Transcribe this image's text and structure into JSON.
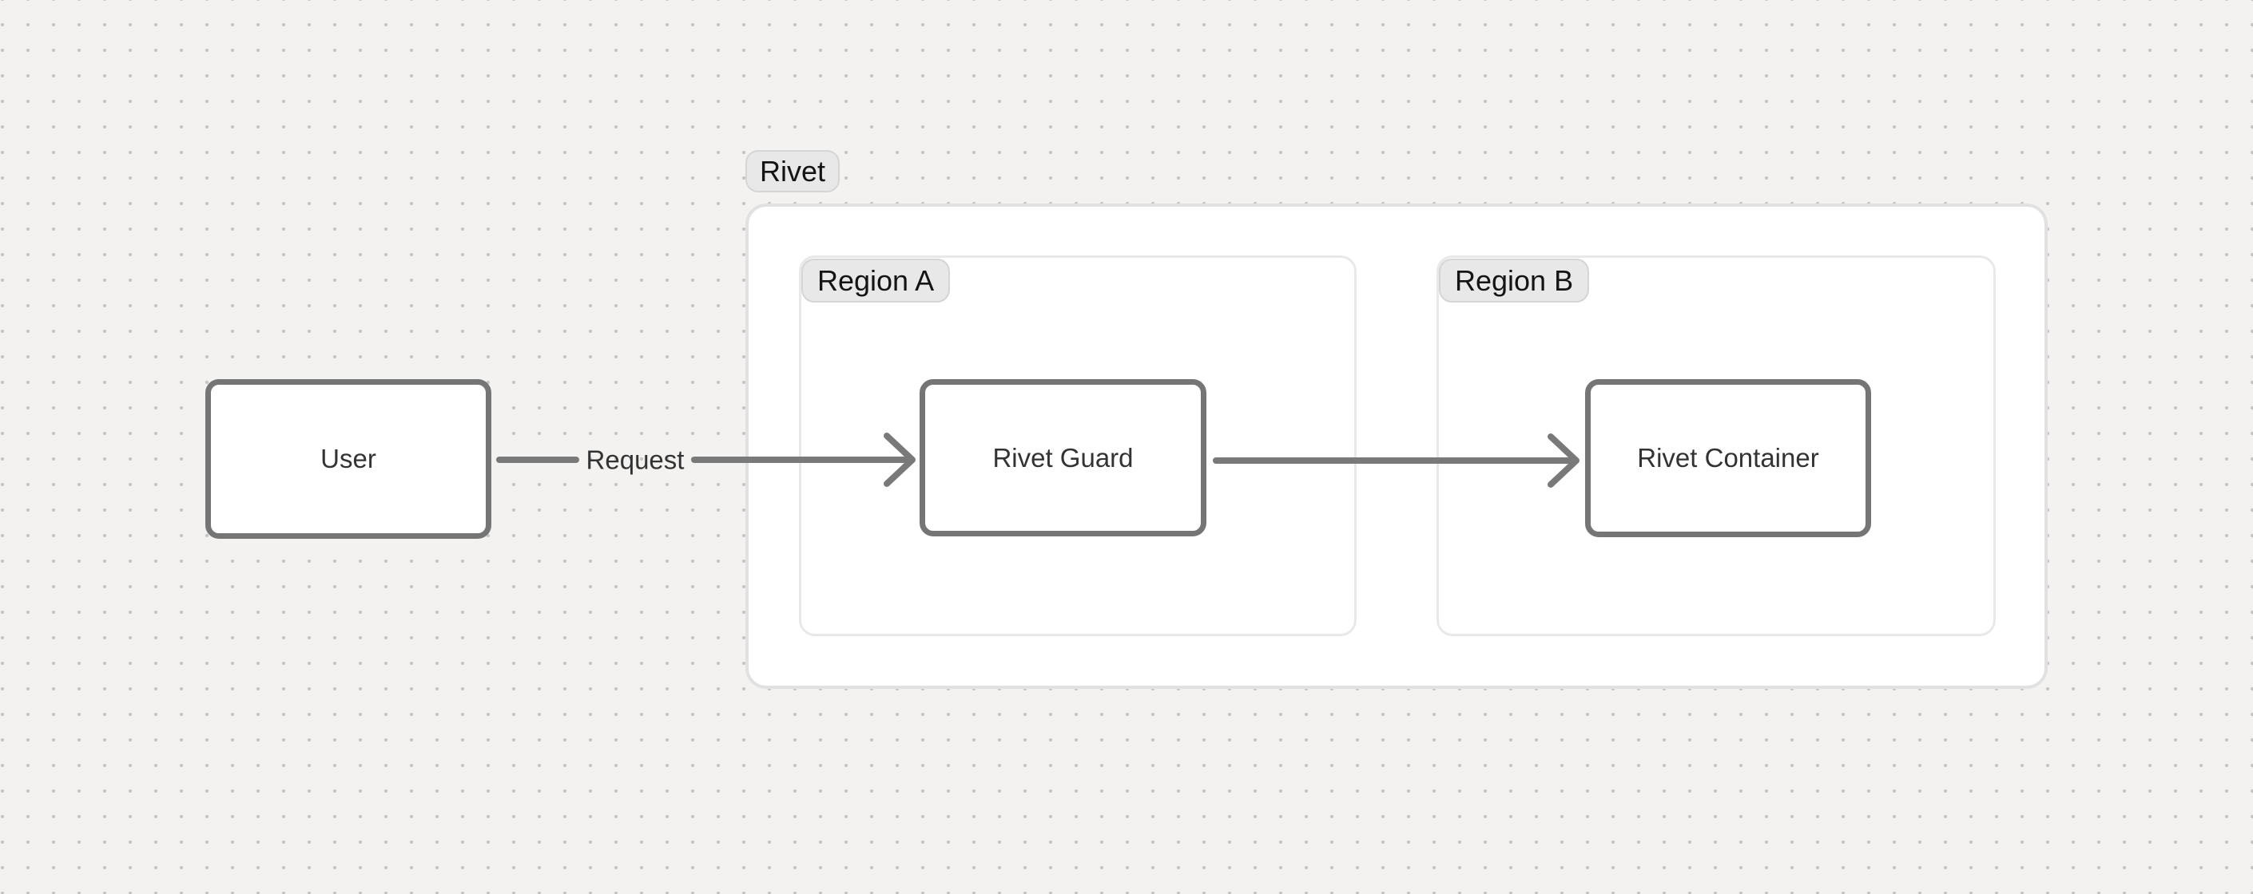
{
  "diagram": {
    "frame": {
      "label": "Rivet"
    },
    "regions": {
      "a": {
        "label": "Region A"
      },
      "b": {
        "label": "Region B"
      }
    },
    "nodes": {
      "user": {
        "label": "User"
      },
      "rivet_guard": {
        "label": "Rivet Guard"
      },
      "rivet_container": {
        "label": "Rivet Container"
      }
    },
    "edges": {
      "user_to_rivet_guard": {
        "from": "User",
        "to": "Rivet Guard",
        "label": "Request"
      },
      "rivet_guard_to_rivet_container": {
        "from": "Rivet Guard",
        "to": "Rivet Container",
        "label": ""
      }
    },
    "colors": {
      "canvas_background": "#f3f2f1",
      "canvas_dot": "#c7c6c5",
      "node_border": "#757575",
      "node_fill": "#ffffff",
      "node_text": "#333333",
      "arrow": "#797979",
      "pill_background": "#e9e8e8",
      "pill_border": "#d6d5d5",
      "pill_text": "#141414",
      "frame_border": "#e2e1e1",
      "region_border": "#e9e8e8"
    }
  }
}
